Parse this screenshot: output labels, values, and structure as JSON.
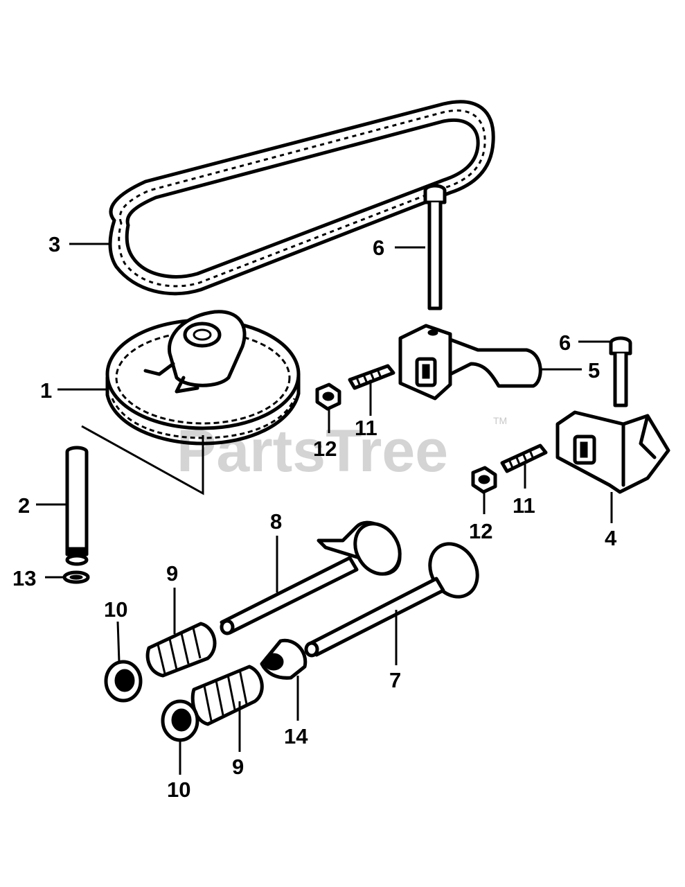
{
  "watermark": {
    "text": "PartsTree",
    "trademark": "TM"
  },
  "callouts": {
    "c1": "1",
    "c2": "2",
    "c3": "3",
    "c4": "4",
    "c5": "5",
    "c6a": "6",
    "c6b": "6",
    "c8": "8",
    "c7": "7",
    "c9a": "9",
    "c9b": "9",
    "c10a": "10",
    "c10b": "10",
    "c11a": "11",
    "c11b": "11",
    "c12a": "12",
    "c12b": "12",
    "c13": "13",
    "c14": "14"
  },
  "colors": {
    "ink": "#000000",
    "background": "#ffffff",
    "watermark": "#d4d4d4"
  }
}
